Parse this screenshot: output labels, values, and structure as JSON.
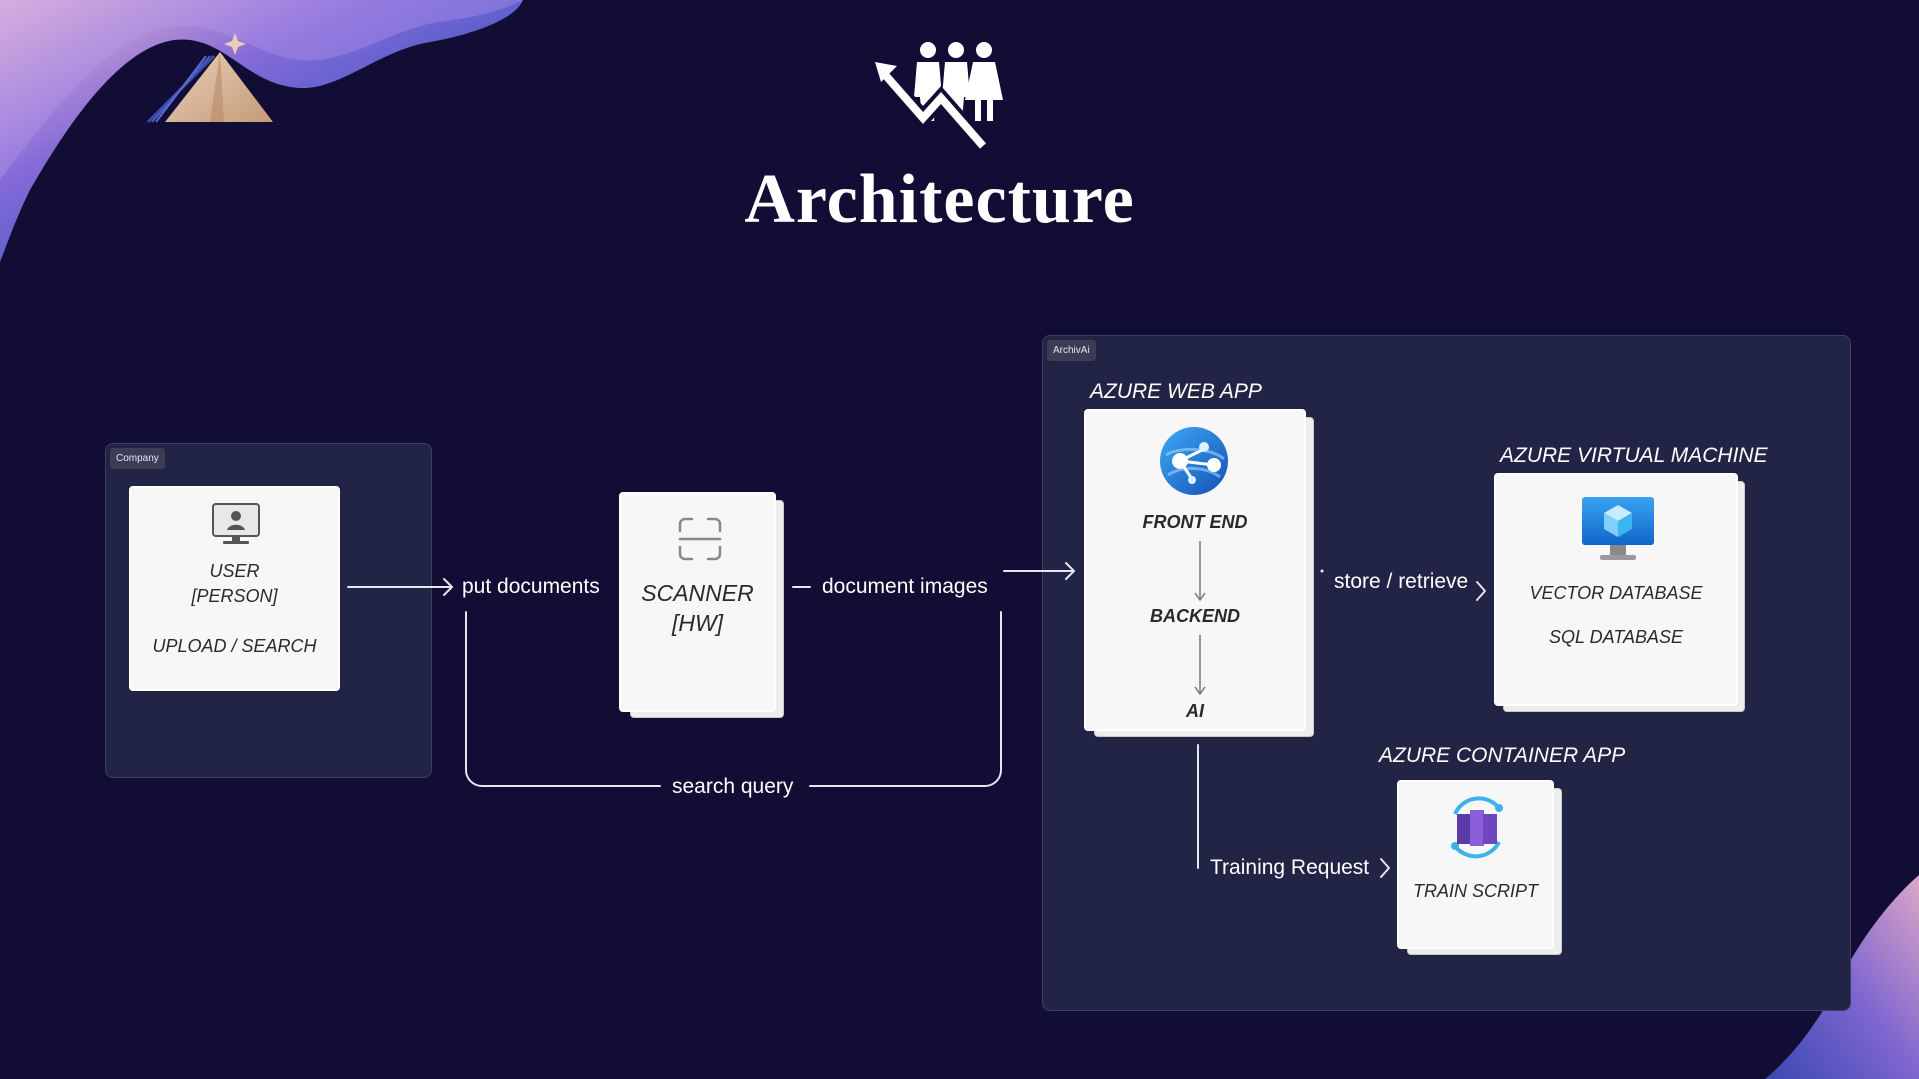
{
  "title": "Architecture",
  "company_group": {
    "tag": "Company",
    "user_card": {
      "line1": "USER",
      "line2": "[PERSON]",
      "line3": "UPLOAD / SEARCH"
    }
  },
  "scanner_card": {
    "line1": "SCANNER",
    "line2": "[HW]"
  },
  "flows": {
    "put_documents": "put documents",
    "document_images": "document images",
    "search_query": "search query",
    "store_retrieve": "store / retrieve",
    "training_request": "Training Request"
  },
  "archivai_group": {
    "tag": "ArchivAi",
    "web_app": {
      "caption": "AZURE WEB APP",
      "front_end": "FRONT END",
      "backend": "BACKEND",
      "ai": "AI"
    },
    "virtual_machine": {
      "caption": "AZURE VIRTUAL MACHINE",
      "vector_db": "VECTOR DATABASE",
      "sql_db": "SQL DATABASE"
    },
    "container_app": {
      "caption": "AZURE CONTAINER APP",
      "train_script": "TRAIN SCRIPT"
    }
  },
  "colors": {
    "background": "#110d35",
    "group_fill": "#212444",
    "card_fill": "#f7f7f7",
    "logo_gold": "#d9b99b",
    "azure_blue": "#1e6fd9",
    "container_purple": "#7b4fc9"
  }
}
